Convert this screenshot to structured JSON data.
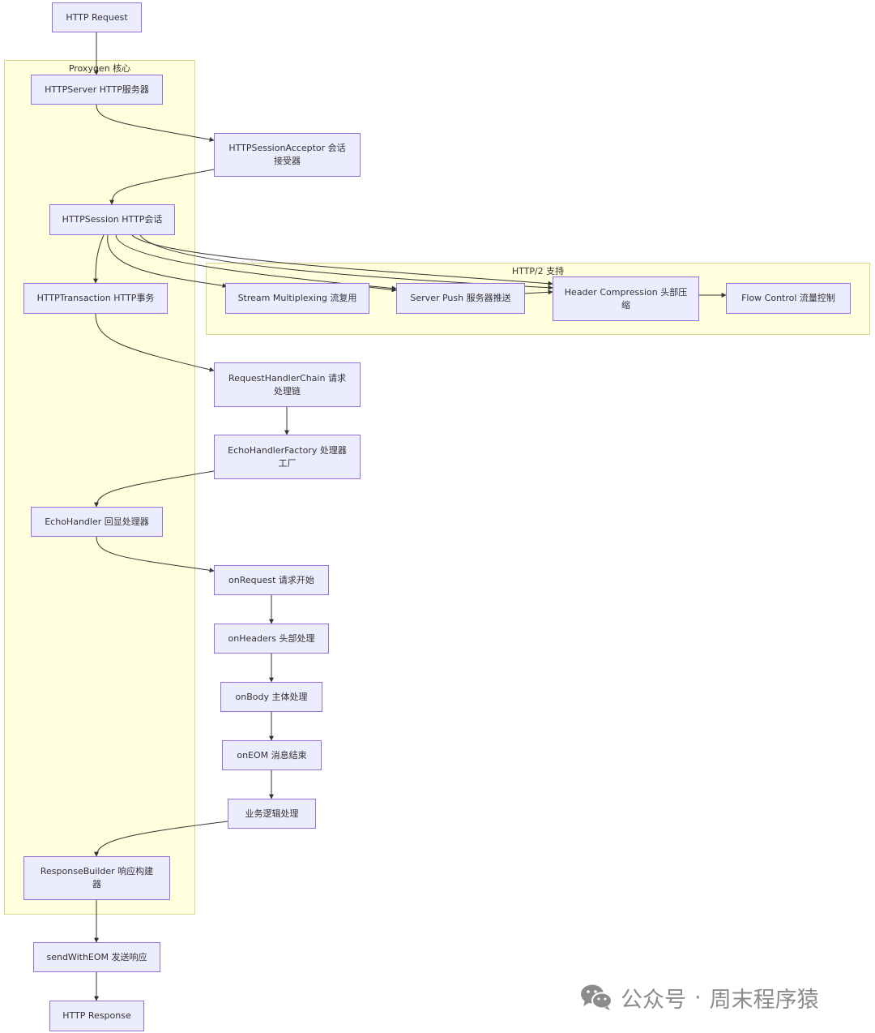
{
  "clusters": {
    "core": {
      "label": "Proxygen 核心"
    },
    "http2": {
      "label": "HTTP/2 支持"
    }
  },
  "nodes": {
    "http_request": "HTTP Request",
    "http_server": "HTTPServer HTTP服务器",
    "session_acceptor_line1": "HTTPSessionAcceptor 会话",
    "session_acceptor_line2": "接受器",
    "http_session": "HTTPSession HTTP会话",
    "http_transaction": "HTTPTransaction HTTP事务",
    "stream_multiplexing": "Stream Multiplexing 流复用",
    "server_push": "Server Push 服务器推送",
    "header_compression_line1": "Header Compression 头部压",
    "header_compression_line2": "缩",
    "flow_control": "Flow Control 流量控制",
    "handler_chain_line1": "RequestHandlerChain 请求",
    "handler_chain_line2": "处理链",
    "handler_factory_line1": "EchoHandlerFactory 处理器",
    "handler_factory_line2": "工厂",
    "echo_handler": "EchoHandler 回显处理器",
    "on_request": "onRequest 请求开始",
    "on_headers": "onHeaders 头部处理",
    "on_body": "onBody 主体处理",
    "on_eom": "onEOM 消息结束",
    "business_logic": "业务逻辑处理",
    "response_builder_line1": "ResponseBuilder 响应构建",
    "response_builder_line2": "器",
    "send_with_eom": "sendWithEOM 发送响应",
    "http_response": "HTTP Response"
  },
  "watermark": {
    "icon": "wechat-icon",
    "text1": "公众号",
    "separator": "·",
    "text2": "周末程序猿"
  },
  "colors": {
    "node_fill": "#ececff",
    "node_border": "#9370db",
    "cluster_fill": "#ffffde",
    "cluster_border": "#d6d68c",
    "edge": "#333333"
  }
}
